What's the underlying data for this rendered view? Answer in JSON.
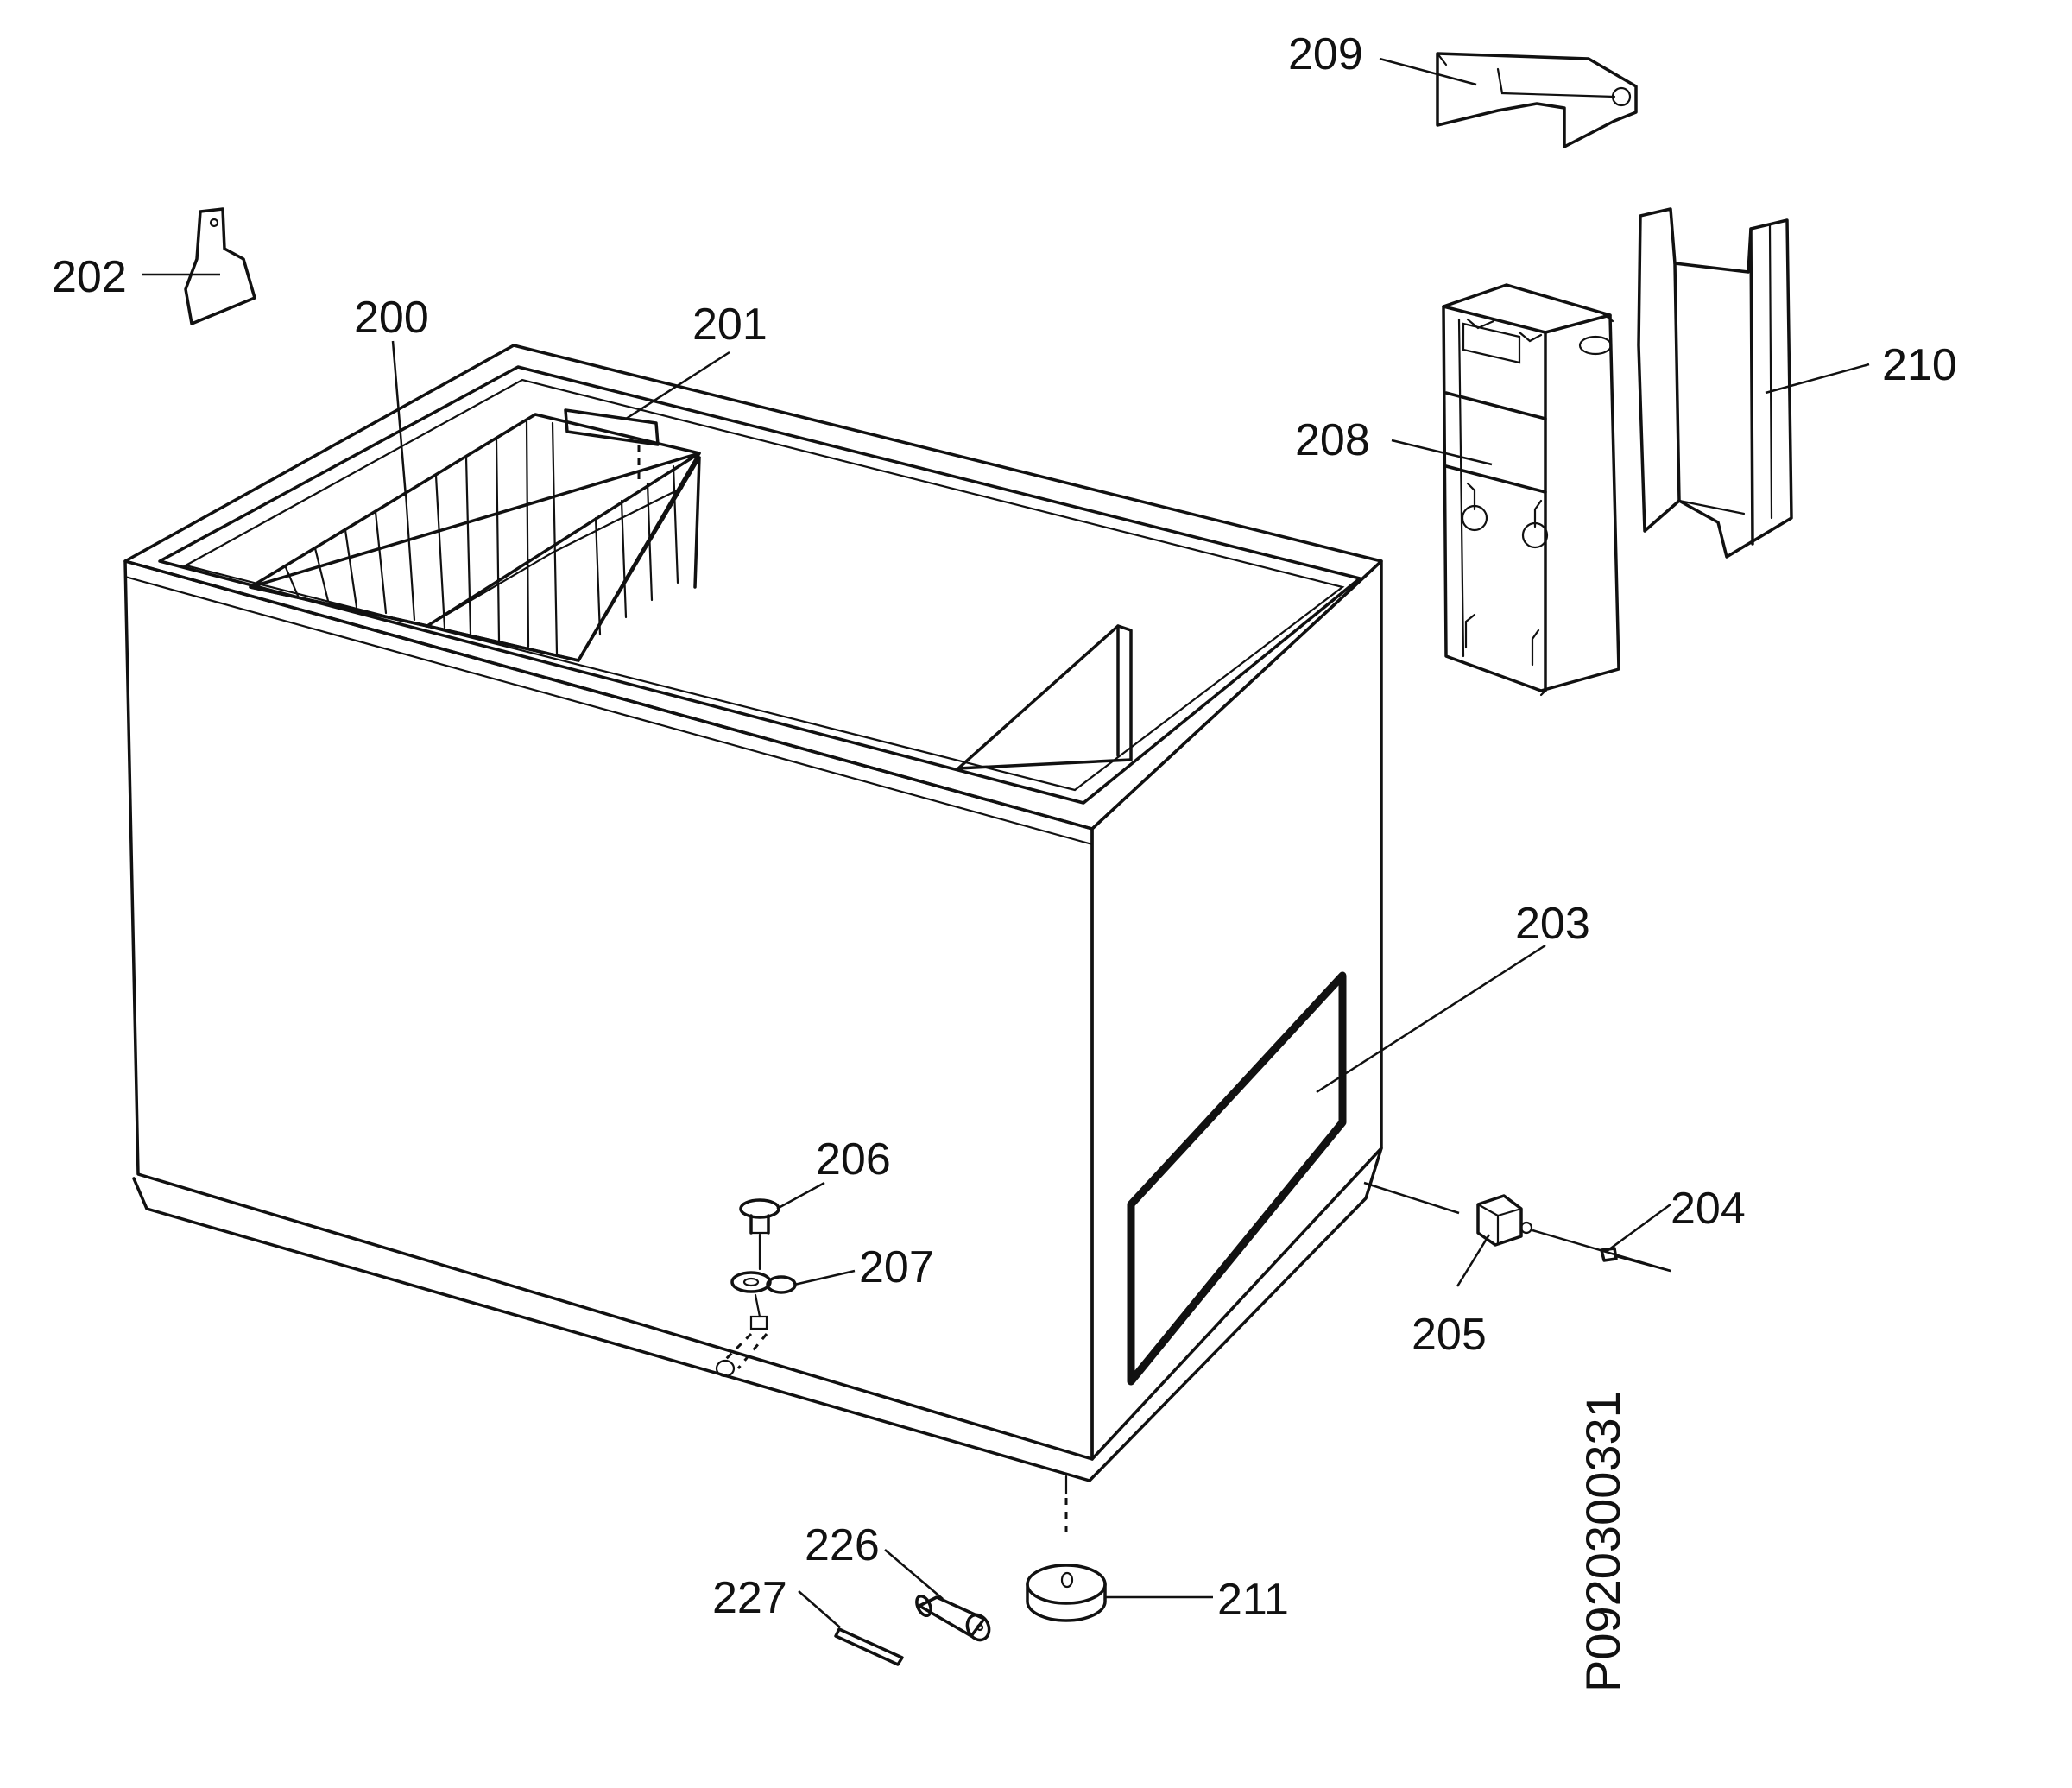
{
  "diagram": {
    "callouts": {
      "p200": "200",
      "p201": "201",
      "p202": "202",
      "p203": "203",
      "p204": "204",
      "p205": "205",
      "p206": "206",
      "p207": "207",
      "p208": "208",
      "p209": "209",
      "p210": "210",
      "p211": "211",
      "p226": "226",
      "p227": "227"
    },
    "drawing_number": "P0920300331"
  }
}
